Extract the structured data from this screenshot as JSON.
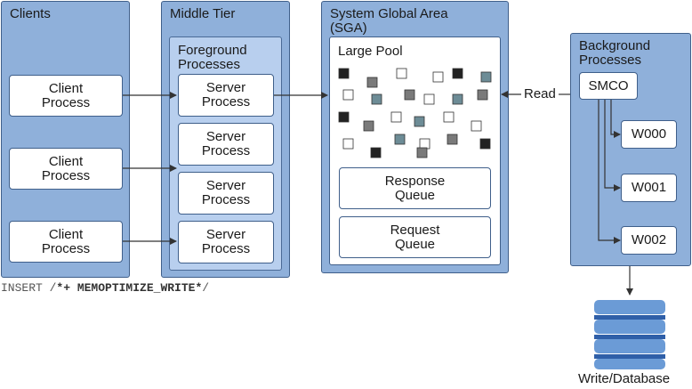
{
  "clients": {
    "title": "Clients",
    "items": [
      "Client\nProcess",
      "Client\nProcess",
      "Client\nProcess"
    ]
  },
  "middle_tier": {
    "title": "Middle Tier",
    "foreground_title": "Foreground\nProcesses",
    "servers": [
      "Server\nProcess",
      "Server\nProcess",
      "Server\nProcess",
      "Server\nProcess"
    ]
  },
  "sga": {
    "title": "System Global Area\n(SGA)",
    "large_pool_title": "Large Pool",
    "response_queue": "Response\nQueue",
    "request_queue": "Request\nQueue"
  },
  "background": {
    "title": "Background\nProcesses",
    "smco": "SMCO",
    "workers": [
      "W000",
      "W001",
      "W002"
    ]
  },
  "read_label": "Read",
  "database_label": "Write/Database",
  "caption": {
    "prefix": "INSERT /",
    "hint": "*+ MEMOPTIMIZE_WRITE*",
    "suffix": "/"
  },
  "colors": {
    "panel_fill": "#8fb0da",
    "panel_border": "#3f5f8a",
    "inner_fill": "#b8cfee",
    "database_fill": "#6b9bd6",
    "database_band": "#2f5fa8",
    "square_black": "#222222",
    "square_gray": "#7a7a7a",
    "square_teal": "#6d8c96",
    "square_white": "#ffffff"
  }
}
